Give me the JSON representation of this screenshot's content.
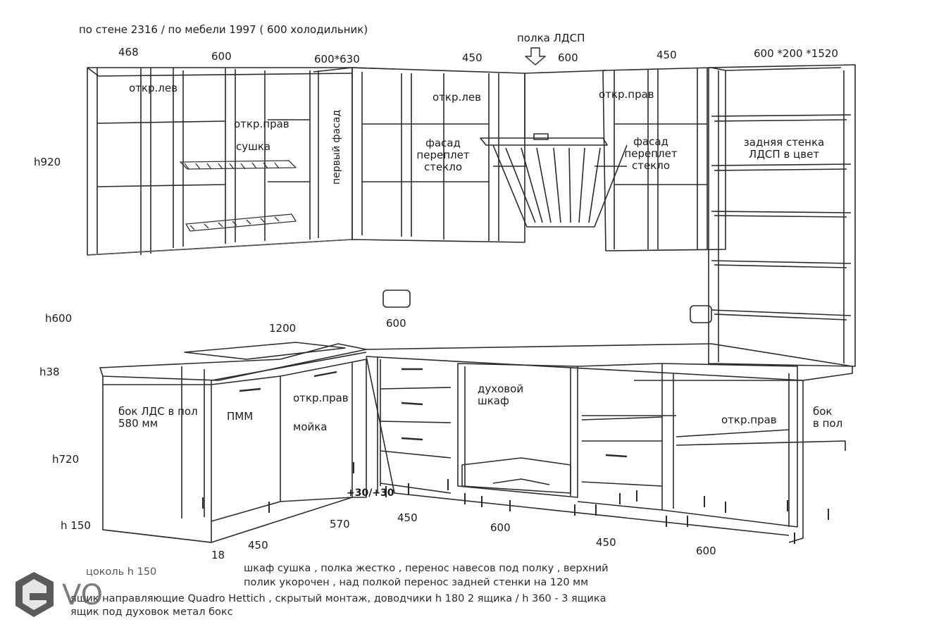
{
  "header": {
    "wall_note": "по стене 2316 / по мебели 1997 ( 600 холодильник)"
  },
  "dimensions": {
    "top_468": "468",
    "top_600a": "600",
    "top_600x630": "600*630",
    "top_450a": "450",
    "top_600b": "600",
    "top_450b": "450",
    "top_600x200x1520": "600 *200 *1520",
    "h920": "h920",
    "h600": "h600",
    "h38": "h38",
    "h720": "h720",
    "h150": "h 150",
    "mid_1200": "1200",
    "mid_600": "600",
    "bot_18": "18",
    "bot_450a": "450",
    "bot_570": "570",
    "bot_450b": "450",
    "bot_600a": "600",
    "bot_450c": "450",
    "bot_600b": "600",
    "bot_30": "+30/+30"
  },
  "annotations": {
    "shelf_ldsp": "полка ЛДСП",
    "open_left_1": "откр.лев",
    "open_right_1": "откр.прав",
    "dryer": "сушка",
    "first_facade": "первый фасад",
    "open_left_2": "откр.лев",
    "facade_glass_1": "фасад\nпереплет\nстекло",
    "open_right_2": "откр.прав",
    "facade_glass_2": "фасад\nпереплет\nстекло",
    "back_wall": "задняя стенка\nЛДСП в цвет",
    "side_ldsp": "бок ЛДС в пол\n580 мм",
    "dishwasher": "ПММ",
    "open_right_3": "откр.прав",
    "sink": "мойка",
    "oven": "духовой\nшкаф",
    "open_right_4": "откр.прав",
    "side_floor": "бок\nв пол"
  },
  "notes": {
    "plinth": "цоколь h  150",
    "line1": "шкаф сушка , полка жестко , перенос навесов под полку ,  верхний",
    "line2": "полик укорочен  , над полкой перенос задней стенки на  120 мм",
    "line3": "ящик  направляющие Quadro Hettich , скрытый монтаж, доводчики h 180 2 ящика  / h  360  - 3 ящика",
    "line4": "ящик под духовок метал бокс"
  },
  "logo": {
    "text": "VO"
  },
  "colors": {
    "line": "#2b2b2b",
    "light_line": "#9a9a9a",
    "logo": "#5a5a5a"
  }
}
